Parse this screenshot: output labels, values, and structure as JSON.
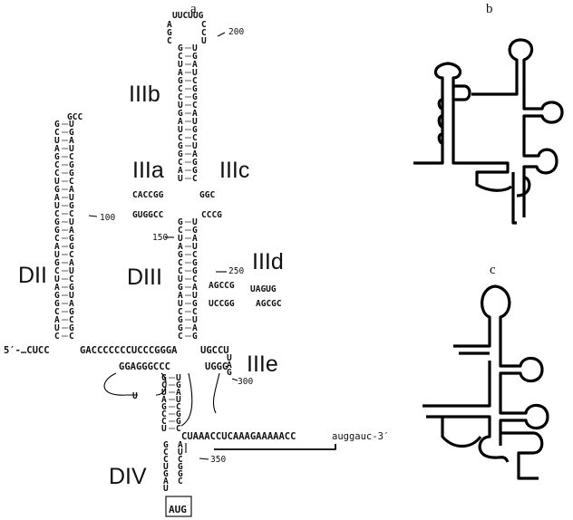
{
  "panels": {
    "a": "a",
    "b": "b",
    "c": "c"
  },
  "domains": {
    "dii": "DII",
    "diii": "DIII",
    "div": "DIV",
    "iiia": "IIIa",
    "iiib": "IIIb",
    "iiic": "IIIc",
    "iiid": "IIId",
    "iiie": "IIIe"
  },
  "sequence": {
    "five_prime": "5′-…CUCC",
    "main_strand": "GACCCCCCCUCCCGGGA",
    "main_strand_right": "UGCCU",
    "lower_strand": "GGAGGGCCC",
    "iiie_lower": "UGGG",
    "three_prime_run": "CUAAACCUCAAAGAAAAACC",
    "three_prime_tail": "auggauc-3′",
    "start_codon": "AUG",
    "iiia_upper": "CACCGG",
    "iiia_lower": "GUGGCC",
    "iiic_upper": "GGC",
    "iiic_lower": "CCCG",
    "iiid_upper": "AGCCG",
    "iiid_upper2": "UAGUG",
    "iiid_lower": "UCCGG",
    "iiid_lower2": "AGCGC",
    "iiib_loop": "UUCUUG",
    "dii_loop": "GCC"
  },
  "numbers": {
    "n100": "100",
    "n150": "150",
    "n200": "200",
    "n250": "250",
    "n300": "300",
    "n350": "350"
  }
}
